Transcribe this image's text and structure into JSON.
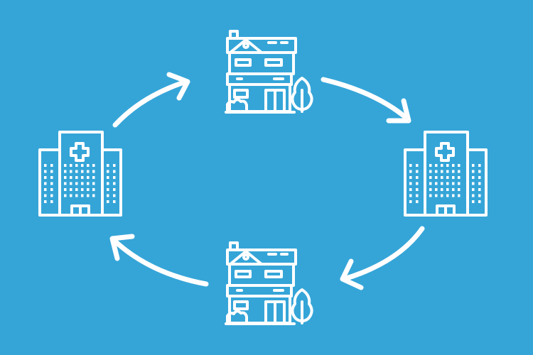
{
  "colors": {
    "background": "#35a5d8",
    "foreground": "#ffffff"
  },
  "diagram": {
    "type": "cycle",
    "nodes": [
      {
        "id": "house-top",
        "icon": "house-icon"
      },
      {
        "id": "hospital-right",
        "icon": "hospital-icon"
      },
      {
        "id": "house-bottom",
        "icon": "house-icon"
      },
      {
        "id": "hospital-left",
        "icon": "hospital-icon"
      }
    ],
    "direction": "clockwise"
  }
}
